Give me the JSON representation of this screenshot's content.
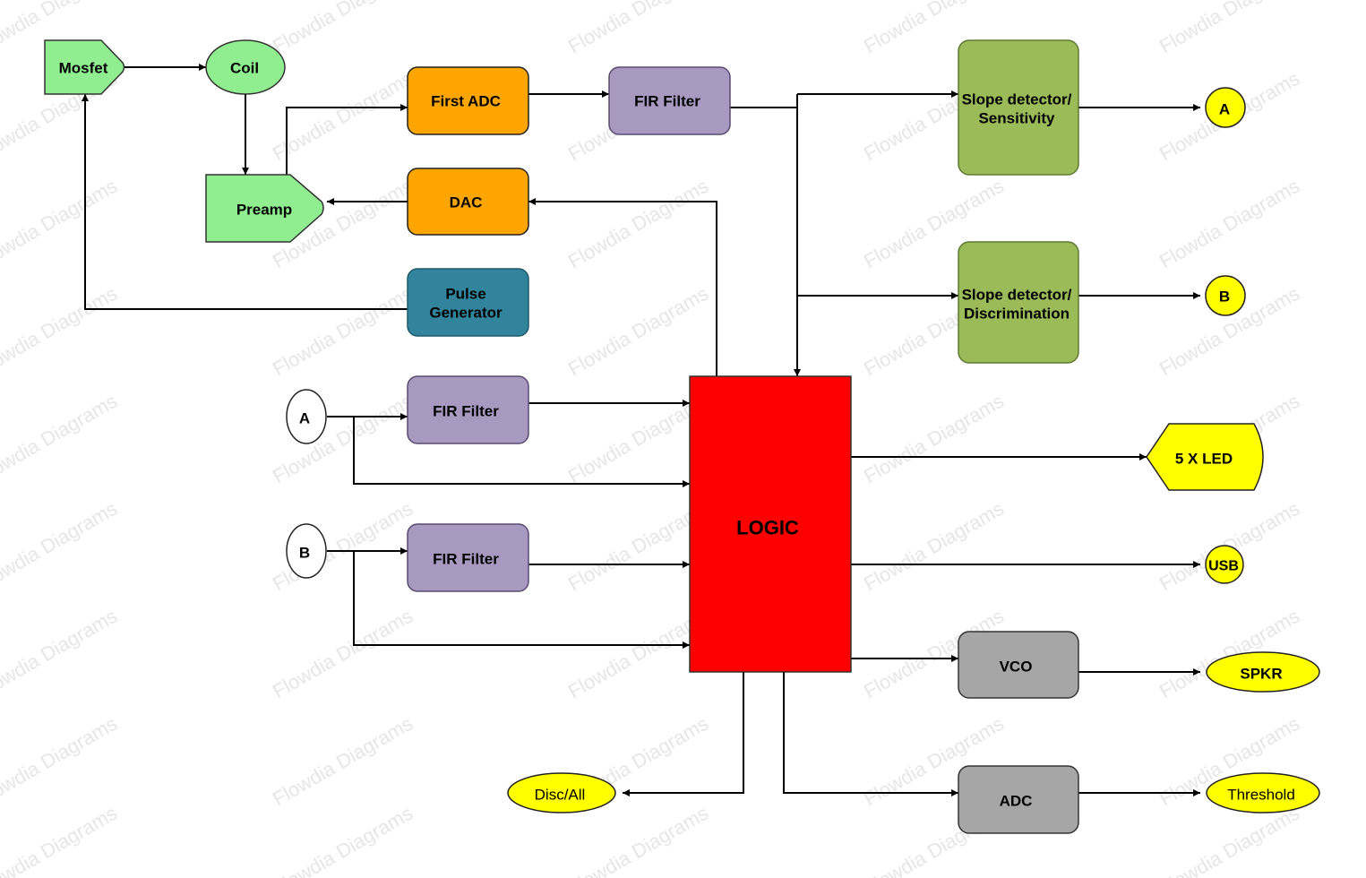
{
  "diagram": {
    "watermark_text": "Flowdia Diagrams",
    "colors": {
      "green_light": "#90ee90",
      "orange": "#ffa500",
      "purple": "#a899c0",
      "teal": "#31849b",
      "olive_green": "#9bbb59",
      "red": "#ff0000",
      "yellow": "#ffff00",
      "gray": "#a6a6a6",
      "white": "#ffffff"
    },
    "nodes": [
      {
        "id": "mosfet",
        "label": "Mosfet",
        "shape": "pentagon-right",
        "color": "green_light"
      },
      {
        "id": "coil",
        "label": "Coil",
        "shape": "ellipse",
        "color": "green_light"
      },
      {
        "id": "preamp",
        "label": "Preamp",
        "shape": "pentagon-right",
        "color": "green_light"
      },
      {
        "id": "first_adc",
        "label": "First ADC",
        "shape": "rounded-rect",
        "color": "orange"
      },
      {
        "id": "fir_top",
        "label": "FIR Filter",
        "shape": "rounded-rect",
        "color": "purple"
      },
      {
        "id": "dac",
        "label": "DAC",
        "shape": "rounded-rect",
        "color": "orange"
      },
      {
        "id": "pulse_gen",
        "label_lines": [
          "Pulse",
          "Generator"
        ],
        "shape": "rounded-rect",
        "color": "teal"
      },
      {
        "id": "slope_sens",
        "label_lines": [
          "Slope detector/",
          "Sensitivity"
        ],
        "shape": "rounded-rect",
        "color": "olive_green"
      },
      {
        "id": "slope_disc",
        "label_lines": [
          "Slope detector/",
          "Discrimination"
        ],
        "shape": "rounded-rect",
        "color": "olive_green"
      },
      {
        "id": "out_a",
        "label": "A",
        "shape": "circle",
        "color": "yellow"
      },
      {
        "id": "out_b",
        "label": "B",
        "shape": "circle",
        "color": "yellow"
      },
      {
        "id": "in_a",
        "label": "A",
        "shape": "ellipse",
        "color": "white"
      },
      {
        "id": "in_b",
        "label": "B",
        "shape": "ellipse",
        "color": "white"
      },
      {
        "id": "fir_a",
        "label": "FIR Filter",
        "shape": "rounded-rect",
        "color": "purple"
      },
      {
        "id": "fir_b",
        "label": "FIR Filter",
        "shape": "rounded-rect",
        "color": "purple"
      },
      {
        "id": "logic",
        "label": "LOGIC",
        "shape": "rect",
        "color": "red"
      },
      {
        "id": "led",
        "label": "5 X LED",
        "shape": "display",
        "color": "yellow"
      },
      {
        "id": "usb",
        "label": "USB",
        "shape": "circle",
        "color": "yellow"
      },
      {
        "id": "vco",
        "label": "VCO",
        "shape": "rounded-rect",
        "color": "gray"
      },
      {
        "id": "spkr",
        "label": "SPKR",
        "shape": "ellipse",
        "color": "yellow"
      },
      {
        "id": "adc",
        "label": "ADC",
        "shape": "rounded-rect",
        "color": "gray"
      },
      {
        "id": "threshold",
        "label": "Threshold",
        "shape": "ellipse",
        "color": "yellow"
      },
      {
        "id": "disc_all",
        "label": "Disc/All",
        "shape": "ellipse",
        "color": "yellow"
      }
    ],
    "edges": [
      {
        "from": "mosfet",
        "to": "coil"
      },
      {
        "from": "coil",
        "to": "preamp"
      },
      {
        "from": "preamp",
        "to": "first_adc"
      },
      {
        "from": "first_adc",
        "to": "fir_top"
      },
      {
        "from": "fir_top",
        "to": "slope_sens"
      },
      {
        "from": "fir_top",
        "to": "slope_disc"
      },
      {
        "from": "fir_top",
        "to": "logic"
      },
      {
        "from": "slope_sens",
        "to": "out_a"
      },
      {
        "from": "slope_disc",
        "to": "out_b"
      },
      {
        "from": "dac",
        "to": "preamp"
      },
      {
        "from": "logic",
        "to": "dac"
      },
      {
        "from": "pulse_gen",
        "to": "mosfet"
      },
      {
        "from": "in_a",
        "to": "fir_a"
      },
      {
        "from": "in_a",
        "to": "logic"
      },
      {
        "from": "fir_a",
        "to": "logic"
      },
      {
        "from": "in_b",
        "to": "fir_b"
      },
      {
        "from": "in_b",
        "to": "logic"
      },
      {
        "from": "fir_b",
        "to": "logic"
      },
      {
        "from": "logic",
        "to": "led"
      },
      {
        "from": "logic",
        "to": "usb"
      },
      {
        "from": "logic",
        "to": "vco"
      },
      {
        "from": "vco",
        "to": "spkr"
      },
      {
        "from": "logic",
        "to": "adc"
      },
      {
        "from": "adc",
        "to": "threshold"
      },
      {
        "from": "logic",
        "to": "disc_all"
      }
    ]
  }
}
